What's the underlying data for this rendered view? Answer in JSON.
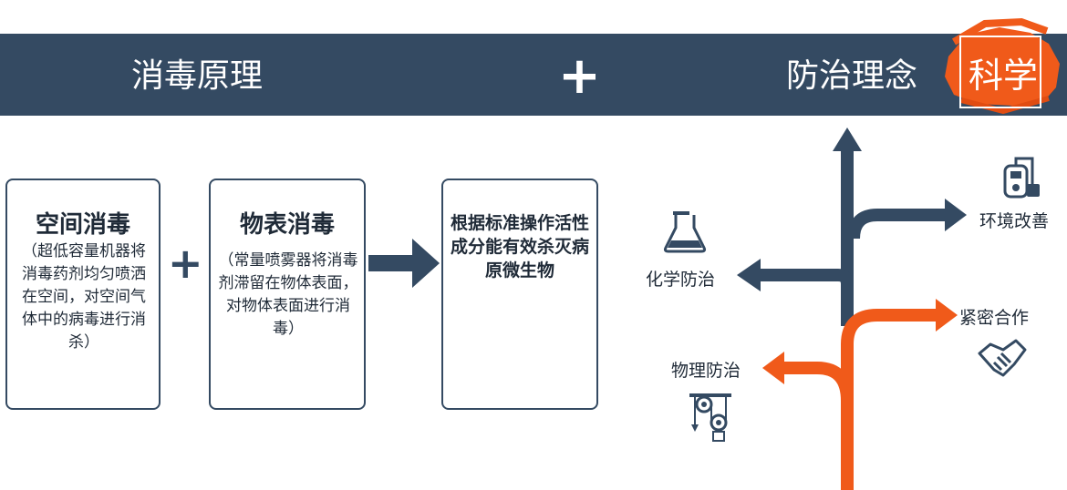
{
  "banner": {
    "left_title": "消毒原理",
    "plus": "+",
    "right_title": "防治理念",
    "badge": "科学"
  },
  "boxes": [
    {
      "title": "空间消毒",
      "desc": "（超低容量机器将消毒药剂均匀喷洒在空间，对空间气体中的病毒进行消杀）"
    },
    {
      "title": "物表消毒",
      "desc": "（常量喷雾器将消毒剂滞留在物体表面，对物体表面进行消毒）"
    },
    {
      "title": "根据标准操作活性成分能有效杀灭病原微生物"
    }
  ],
  "plus_small": "+",
  "branches": {
    "chemical": "化学防治",
    "environment": "环境改善",
    "cooperation": "紧密合作",
    "physical": "物理防治"
  },
  "icons": {
    "chemical": "flask-icon",
    "environment": "vacuum-cleaner-icon",
    "cooperation": "handshake-icon",
    "physical": "pulley-icon",
    "virus": "virus-icon",
    "bacteria": "bacteria-icon"
  },
  "colors": {
    "navy": "#344a62",
    "orange": "#f05a1a",
    "green": "#6ab04c"
  }
}
